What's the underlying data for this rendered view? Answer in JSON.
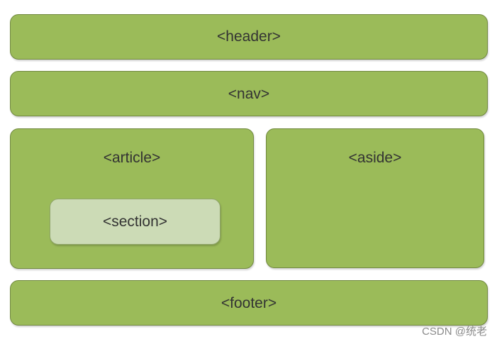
{
  "diagram": {
    "header": "<header>",
    "nav": "<nav>",
    "article": "<article>",
    "section": "<section>",
    "aside": "<aside>",
    "footer": "<footer>"
  },
  "watermark": "CSDN @统老"
}
